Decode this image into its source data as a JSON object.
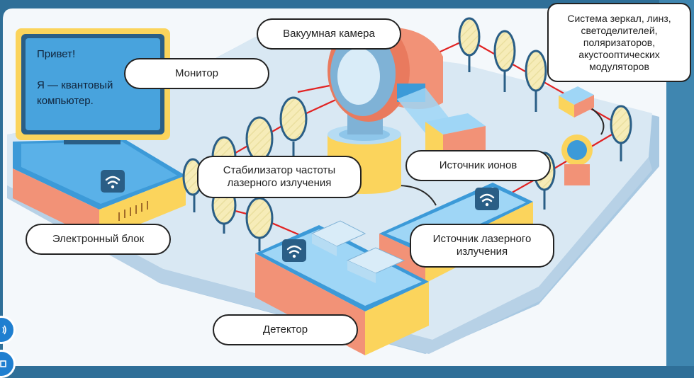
{
  "monitor": {
    "greeting": "Привет!",
    "message": "Я — квантовый\nкомпьютер."
  },
  "labels": {
    "monitor": "Монитор",
    "vacuum_chamber": "Вакуумная камера",
    "optics_system": "Система зеркал, линз,\nсветоделителей,\nполяризаторов,\nакустооптических\nмодуляторов",
    "frequency_stabilizer": "Стабилизатор частоты\nлазерного излучения",
    "ion_source": "Источник ионов",
    "electronic_unit": "Электронный блок",
    "laser_source": "Источник лазерного\nизлучения",
    "detector": "Детектор"
  },
  "icons": {
    "wifi": "wifi-icon",
    "audio": "speaker-icon",
    "second_button": "square-icon"
  },
  "colors": {
    "background": "#2f6f98",
    "platform_top": "#d9e8f3",
    "platform_side": "#a9c9e2",
    "laser": "#e12222",
    "salmon": "#f29277",
    "yellow": "#fbd45c",
    "blue": "#3c9ad8",
    "lens_fill": "#f6ecb8"
  }
}
